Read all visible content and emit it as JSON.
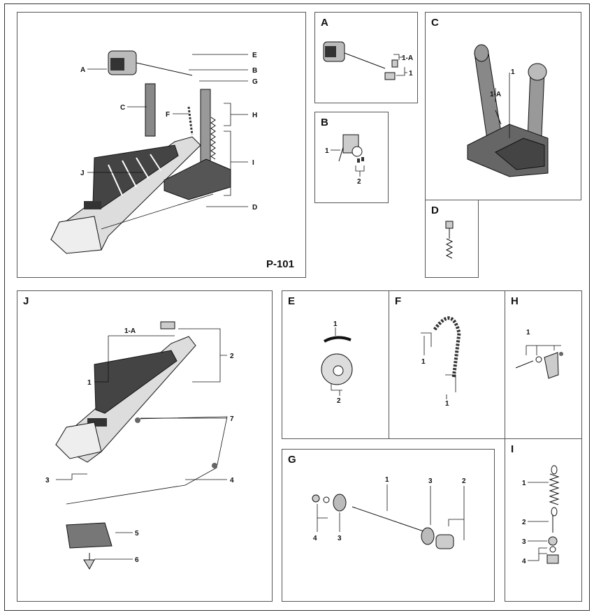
{
  "model_label": "P-101",
  "overview": {
    "callouts": [
      "A",
      "B",
      "C",
      "D",
      "E",
      "F",
      "G",
      "H",
      "I",
      "J"
    ]
  },
  "panels": {
    "A": {
      "title": "A",
      "labels": [
        "1-A",
        "1"
      ]
    },
    "B": {
      "title": "B",
      "labels": [
        "1",
        "2"
      ]
    },
    "C": {
      "title": "C",
      "labels": [
        "1",
        "1-A"
      ]
    },
    "D": {
      "title": "D",
      "labels": []
    },
    "J": {
      "title": "J",
      "labels": [
        "1-A",
        "1",
        "2",
        "3",
        "4",
        "5",
        "6",
        "7"
      ]
    },
    "E": {
      "title": "E",
      "labels": [
        "1",
        "2"
      ]
    },
    "F": {
      "title": "F",
      "labels": [
        "1",
        "1"
      ]
    },
    "H": {
      "title": "H",
      "labels": [
        "1"
      ]
    },
    "G": {
      "title": "G",
      "labels": [
        "1",
        "2",
        "3",
        "3",
        "4"
      ]
    },
    "I": {
      "title": "I",
      "labels": [
        "1",
        "2",
        "3",
        "4"
      ]
    }
  }
}
